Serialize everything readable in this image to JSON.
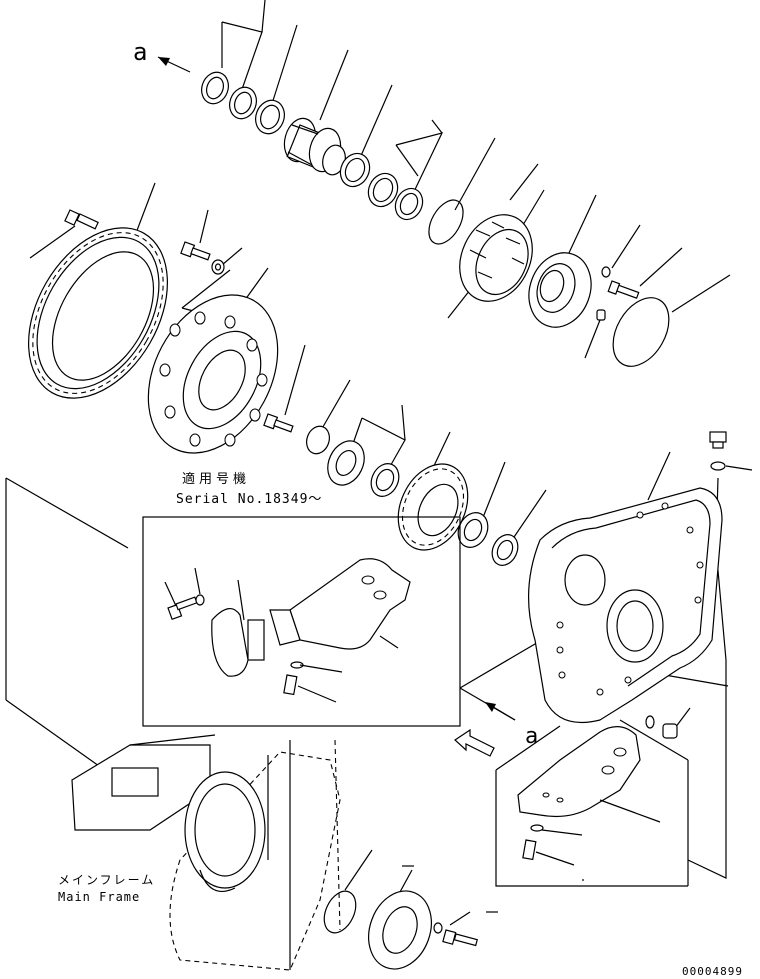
{
  "labels": {
    "view_arrow_top": "a",
    "view_arrow_middle": "a",
    "serial_applicability_jp": "適用号機",
    "serial_applicability_en": "Serial No.18349～",
    "main_frame_jp": "メインフレーム",
    "main_frame_en": "Main Frame",
    "drawing_number": "00004899"
  }
}
